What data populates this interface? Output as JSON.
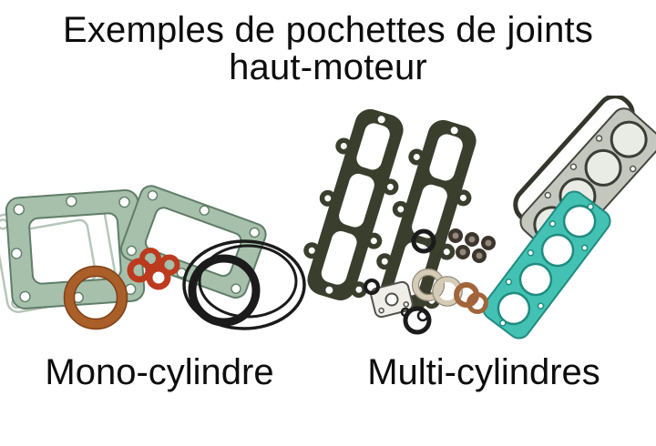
{
  "title": {
    "line1": "Exemples de pochettes de joints",
    "line2": "haut-moteur"
  },
  "captions": {
    "mono": "Mono-cylindre",
    "multi": "Multi-cylindres"
  },
  "colors": {
    "background": "#ffffff",
    "text": "#0d0d0d",
    "sage_gasket": "#a6c0ac",
    "sage_gasket_edge": "#5f7d68",
    "pale_gasket_outline": "#b6c6ba",
    "orange_ring": "#aa5e28",
    "red_washer": "#bc3a1e",
    "black_rubber": "#1b1b1b",
    "olive_gasket": "#3a3e2d",
    "gray_gasket": "#c3c7bd",
    "gray_gasket_edge": "#45453f",
    "teal_gasket": "#43c2b4",
    "teal_gasket_edge": "#1f8b7f",
    "copper_washer": "#a2643a",
    "cream_ring": "#d5ccb8"
  }
}
